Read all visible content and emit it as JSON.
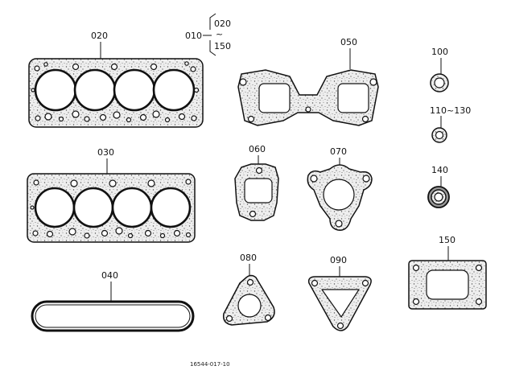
{
  "labels": {
    "p020": "020",
    "p010": "010",
    "p010_top": "020",
    "p010_range": "~",
    "p010_bottom": "150",
    "p030": "030",
    "p040": "040",
    "p050": "050",
    "p060": "060",
    "p070": "070",
    "p080": "080",
    "p090": "090",
    "p100": "100",
    "p110": "110~130",
    "p140": "140",
    "p150": "150"
  },
  "figure_code": "16544-017-10",
  "colors": {
    "line": "#111111",
    "gasket_fill": "#e8e8e8",
    "background": "#ffffff"
  }
}
